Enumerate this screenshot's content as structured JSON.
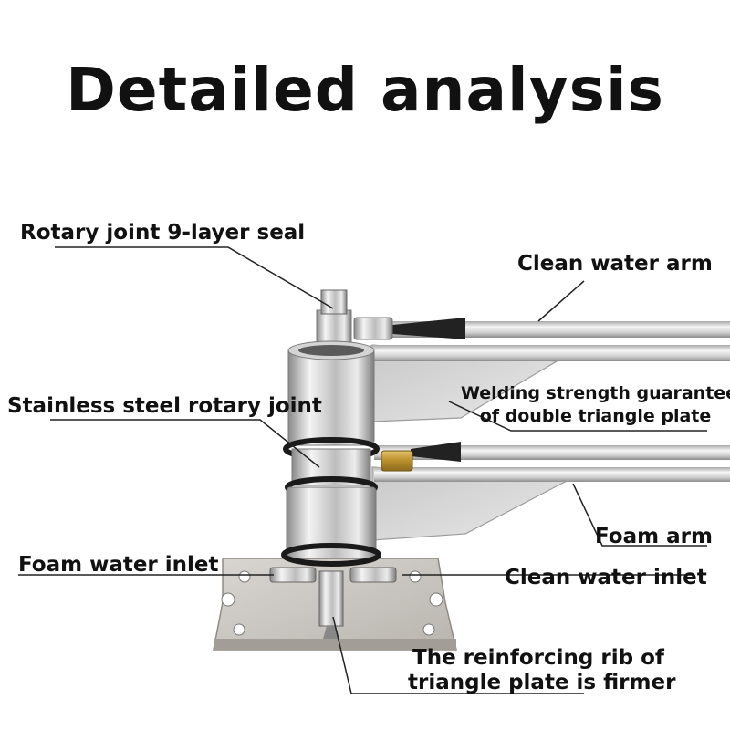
{
  "title": "Detailed analysis",
  "labels": {
    "rotary_seal": "Rotary joint 9-layer seal",
    "clean_arm": "Clean water arm",
    "rotary_joint": "Stainless steel rotary joint",
    "welding_line1": "Welding strength guarantee",
    "welding_line2": "of double triangle plate",
    "foam_arm": "Foam arm",
    "foam_inlet": "Foam water inlet",
    "clean_inlet": "Clean water inlet",
    "rib_line1": "The reinforcing rib of",
    "rib_line2": "triangle plate is firmer"
  },
  "colors": {
    "steel_light": "#e6e6e6",
    "steel_dark": "#9a9a9a",
    "brass": "#c9a23a",
    "seal_ring": "#1a1a1a",
    "text": "#111111"
  }
}
